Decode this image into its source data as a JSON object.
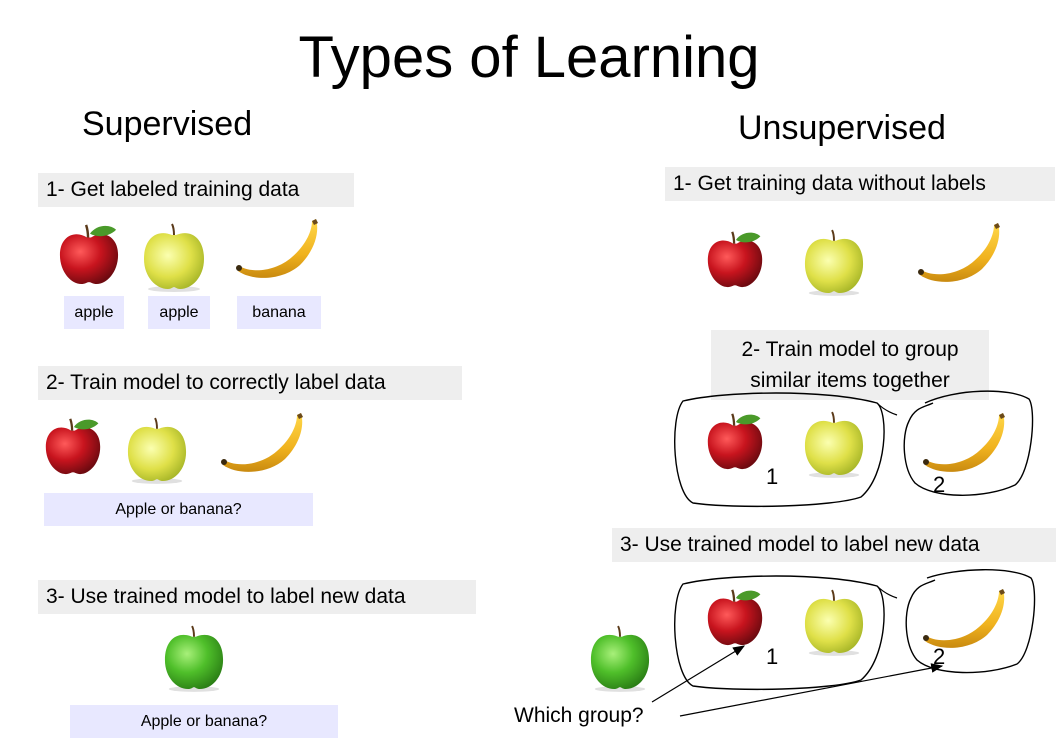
{
  "title": "Types of Learning",
  "supervised": {
    "heading": "Supervised",
    "step1": "1- Get labeled training data",
    "labels": [
      "apple",
      "apple",
      "banana"
    ],
    "step2": "2- Train model to correctly label data",
    "question": "Apple or banana?",
    "step3": "3- Use trained model to label new data",
    "question3": "Apple or banana?"
  },
  "unsupervised": {
    "heading": "Unsupervised",
    "step1": "1- Get training data without labels",
    "step2_line1": "2- Train model to group",
    "step2_line2": "similar items together",
    "group1": "1",
    "group2": "2",
    "step3": "3- Use trained model to label new data",
    "group1_b": "1",
    "group2_b": "2",
    "which_group": "Which group?"
  },
  "icons": {
    "red_apple": "red-apple-icon",
    "yellow_apple": "yellow-apple-icon",
    "banana": "banana-icon",
    "green_apple": "green-apple-icon"
  },
  "colors": {
    "step_background": "#eeeeee",
    "label_background": "#e8e8ff",
    "red_apple": "#c0141c",
    "yellow_apple": "#dfe04a",
    "banana": "#f0b21e",
    "green_apple": "#4fbf2a"
  }
}
